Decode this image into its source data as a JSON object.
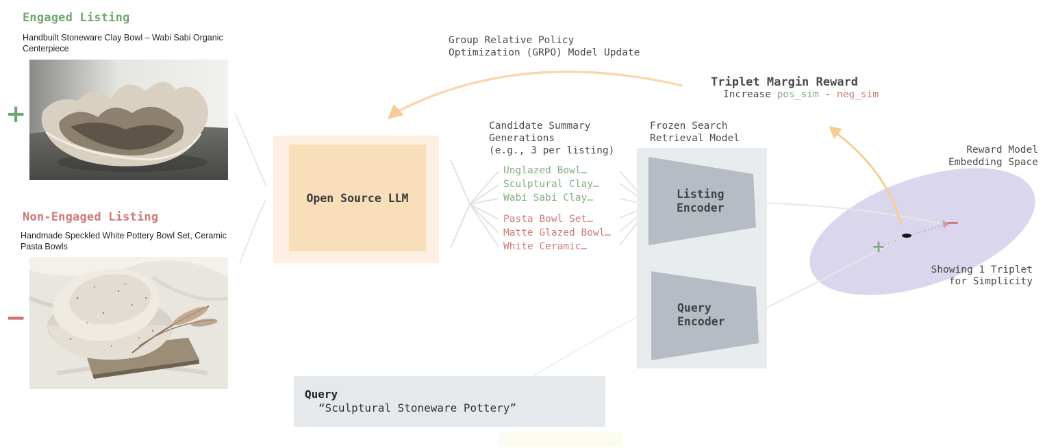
{
  "engaged": {
    "heading": "Engaged Listing",
    "title": "Handbuilt Stoneware Clay Bowl – Wabi Sabi Organic Centerpiece",
    "sign": "+",
    "color": "#6fa86f"
  },
  "non_engaged": {
    "heading": "Non-Engaged Listing",
    "title": "Handmade Speckled White Pottery Bowl Set, Ceramic Pasta Bowls",
    "sign": "−",
    "color": "#cf6f76"
  },
  "llm": {
    "label": "Open Source LLM"
  },
  "grpo": {
    "line1": "Group Relative Policy",
    "line2": "Optimization (GRPO) Model Update"
  },
  "candidates": {
    "heading_1": "Candidate Summary",
    "heading_2": "Generations",
    "heading_3": "(e.g., 3 per listing)",
    "positive": [
      "Unglazed Bowl…",
      "Sculptural Clay…",
      "Wabi Sabi Clay…"
    ],
    "negative": [
      "Pasta Bowl Set…",
      "Matte Glazed Bowl…",
      "White Ceramic…"
    ]
  },
  "frozen_model": {
    "line1": "Frozen Search",
    "line2": "Retrieval Model",
    "listing_encoder_1": "Listing",
    "listing_encoder_2": "Encoder",
    "query_encoder_1": "Query",
    "query_encoder_2": "Encoder"
  },
  "reward": {
    "title": "Triplet Margin Reward",
    "prefix": "Increase ",
    "pos": "pos_sim",
    "minus": " - ",
    "neg": "neg_sim"
  },
  "embedding": {
    "line1": "Reward Model",
    "line2": "Embedding Space",
    "note1": "Showing 1 Triplet",
    "note2": "for Simplicity"
  },
  "query": {
    "label": "Query",
    "value": "“Sculptural Stoneware Pottery”"
  },
  "colors": {
    "accent_orange": "#f8cd95",
    "positive": "#7fae7f",
    "negative": "#cf7a7a",
    "encoder_shape": "#b6bcc4",
    "embedding_ellipse": "#d9d6ee"
  }
}
